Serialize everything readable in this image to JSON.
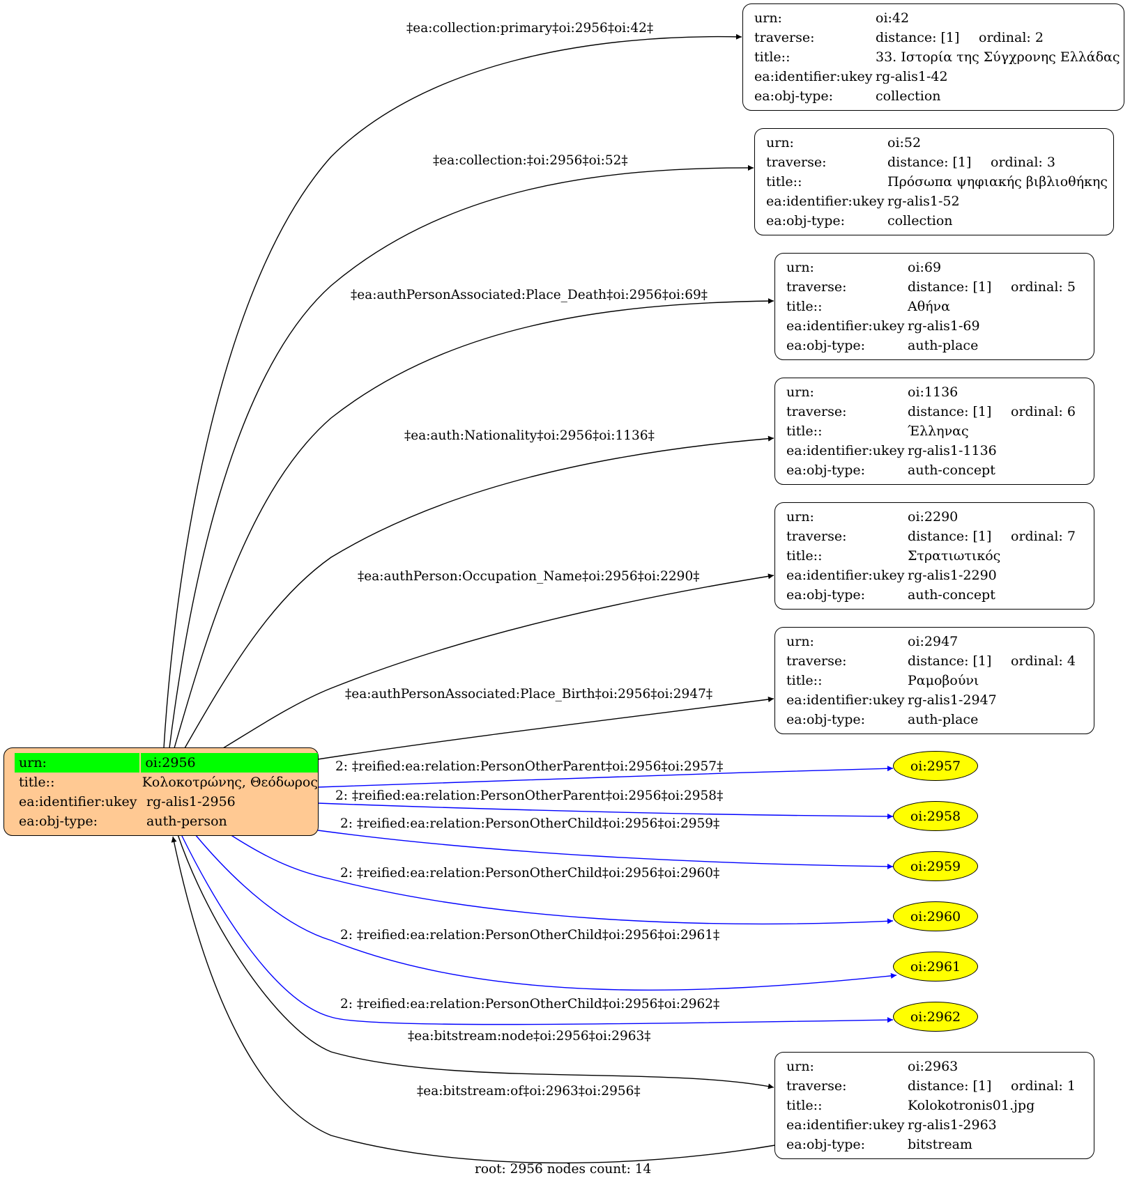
{
  "root_node": {
    "rows": [
      {
        "key": "urn:",
        "value": "oi:2956"
      },
      {
        "key": "title::",
        "value": "Κολοκοτρώνης, Θεόδωρος"
      },
      {
        "key": "ea:identifier:ukey",
        "value": "rg-alis1-2956"
      },
      {
        "key": "ea:obj-type:",
        "value": "auth-person"
      }
    ]
  },
  "detail_nodes": [
    {
      "urn": "oi:42",
      "distance": "distance: [1]",
      "ordinal": "ordinal: 2",
      "title": "33. Ιστορία της Σύγχρονης Ελλάδας",
      "ukey": "rg-alis1-42",
      "type": "collection"
    },
    {
      "urn": "oi:52",
      "distance": "distance: [1]",
      "ordinal": "ordinal: 3",
      "title": "Πρόσωπα ψηφιακής βιβλιοθήκης",
      "ukey": "rg-alis1-52",
      "type": "collection"
    },
    {
      "urn": "oi:69",
      "distance": "distance: [1]",
      "ordinal": "ordinal: 5",
      "title": "Αθήνα",
      "ukey": "rg-alis1-69",
      "type": "auth-place"
    },
    {
      "urn": "oi:1136",
      "distance": "distance: [1]",
      "ordinal": "ordinal: 6",
      "title": "Έλληνας",
      "ukey": "rg-alis1-1136",
      "type": "auth-concept"
    },
    {
      "urn": "oi:2290",
      "distance": "distance: [1]",
      "ordinal": "ordinal: 7",
      "title": "Στρατιωτικός",
      "ukey": "rg-alis1-2290",
      "type": "auth-concept"
    },
    {
      "urn": "oi:2947",
      "distance": "distance: [1]",
      "ordinal": "ordinal: 4",
      "title": "Ραμοβούνι",
      "ukey": "rg-alis1-2947",
      "type": "auth-place"
    },
    {
      "urn": "oi:2963",
      "distance": "distance: [1]",
      "ordinal": "ordinal: 1",
      "title": "Kolokotronis01.jpg",
      "ukey": "rg-alis1-2963",
      "type": "bitstream"
    }
  ],
  "detail_keys": {
    "urn": "urn:",
    "traverse": "traverse:",
    "title": "title::",
    "ukey": "ea:identifier:ukey",
    "type": "ea:obj-type:"
  },
  "ellipse_nodes": [
    "oi:2957",
    "oi:2958",
    "oi:2959",
    "oi:2960",
    "oi:2961",
    "oi:2962"
  ],
  "edge_labels": [
    "‡ea:collection:primary‡oi:2956‡oi:42‡",
    "‡ea:collection:‡oi:2956‡oi:52‡",
    "‡ea:authPersonAssociated:Place_Death‡oi:2956‡oi:69‡",
    "‡ea:auth:Nationality‡oi:2956‡oi:1136‡",
    "‡ea:authPerson:Occupation_Name‡oi:2956‡oi:2290‡",
    "‡ea:authPersonAssociated:Place_Birth‡oi:2956‡oi:2947‡",
    "2: ‡reified:ea:relation:PersonOtherParent‡oi:2956‡oi:2957‡",
    "2: ‡reified:ea:relation:PersonOtherParent‡oi:2956‡oi:2958‡",
    "2: ‡reified:ea:relation:PersonOtherChild‡oi:2956‡oi:2959‡",
    "2: ‡reified:ea:relation:PersonOtherChild‡oi:2956‡oi:2960‡",
    "2: ‡reified:ea:relation:PersonOtherChild‡oi:2956‡oi:2961‡",
    "2: ‡reified:ea:relation:PersonOtherChild‡oi:2956‡oi:2962‡",
    "‡ea:bitstream:node‡oi:2956‡oi:2963‡",
    "‡ea:bitstream:of‡oi:2963‡oi:2956‡"
  ],
  "footer": "root: 2956 nodes count: 14",
  "colors": {
    "root_fill": "#ffc993",
    "root_highlight": "#00ff00",
    "ellipse_fill": "#ffff00",
    "reified_edge": "#0000ff",
    "edge": "#000000"
  }
}
